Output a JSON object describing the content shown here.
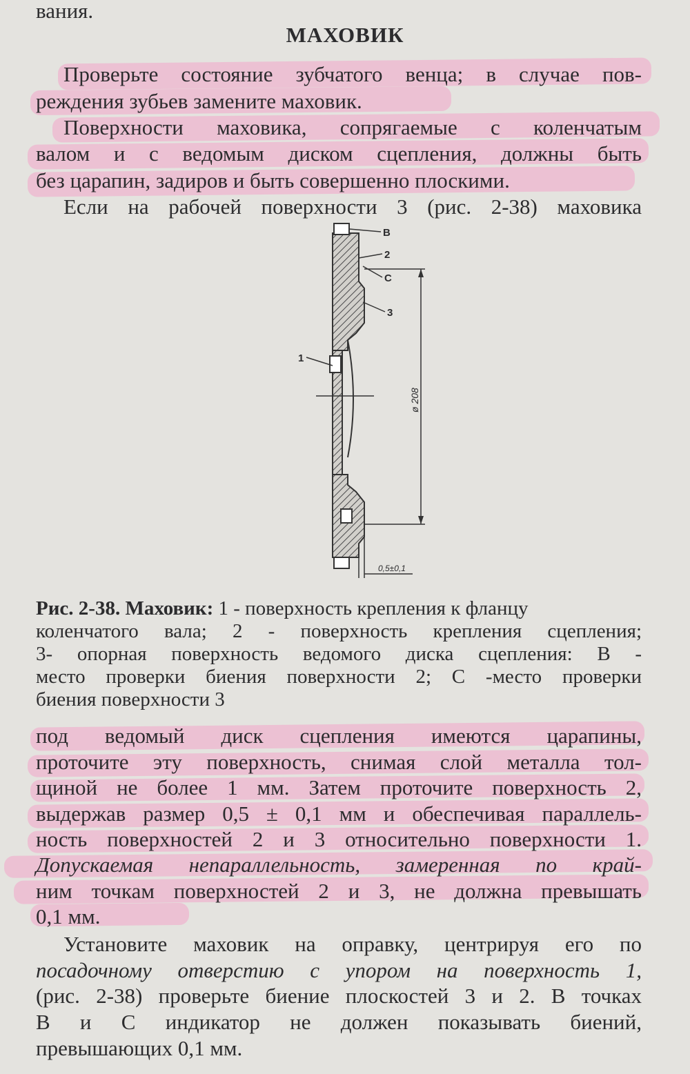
{
  "top_fragment": "вания.",
  "heading": "МАХОВИК",
  "para1": [
    "Проверьте состояние зубчатого венца; в случае пов-",
    "реждения зубьев замените маховик."
  ],
  "para2": [
    "Поверхности маховика, сопрягаемые с коленчатым",
    "валом и с ведомым диском сцепления, должны быть",
    "без царапин, задиров и быть совершенно плоскими."
  ],
  "para3_first": "Если на рабочей поверхности 3 (рис. 2-38) маховика",
  "figure": {
    "labels": {
      "b": "В",
      "two": "2",
      "c": "С",
      "three": "3",
      "one": "1"
    },
    "dimension_diameter": "ø 208",
    "dimension_thickness": "0,5±0,1"
  },
  "caption": {
    "bold": "Рис. 2-38. Маховик:",
    "lines": [
      " 1 - поверхность крепления к фланцу",
      "коленчатого вала; 2 - поверхность крепления сцепления;",
      "3- опорная поверхность ведомого диска сцепления: В -",
      "место проверки биения поверхности 2; С -место проверки",
      "биения поверхности 3"
    ]
  },
  "para3_cont": [
    "под ведомый диск сцепления имеются царапины,",
    "проточите эту поверхность, снимая слой металла тол-",
    "щиной не более 1 мм. Затем проточите поверхность 2,",
    "выдержав размер 0,5 ± 0,1 мм и обеспечивая параллель-",
    "ность поверхностей 2 и 3 относительно поверхности 1.",
    "Допускаемая непараллельность, замеренная по край-",
    "ним точкам поверхностей 2 и 3, не должна превышать",
    "0,1 мм."
  ],
  "para4": [
    "Установите маховик на оправку, центрируя его по",
    "посадочному отверстию с упором на поверхность 1,",
    "(рис. 2-38) проверьте биение плоскостей 3 и 2. В точках",
    "В и С индикатор не должен показывать биений,",
    "превышающих 0,1 мм."
  ],
  "highlight_color": "#f2a6c8"
}
